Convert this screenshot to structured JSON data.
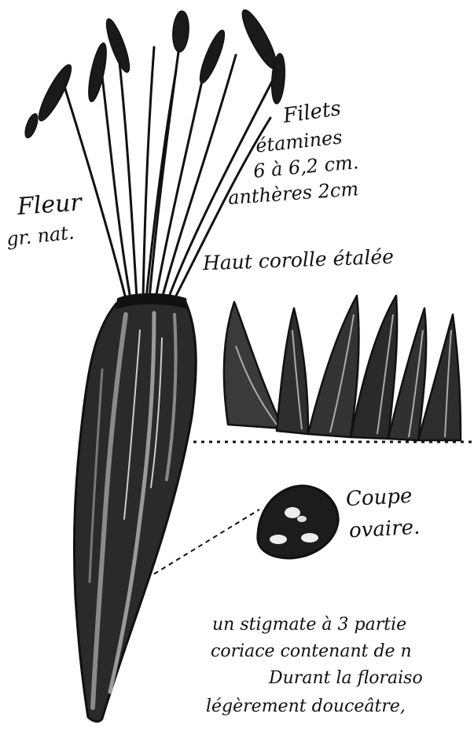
{
  "labels": {
    "fleur": "Fleur",
    "fleur_size": "gr. nat.",
    "filets": "Filets",
    "etamines": "étamines",
    "dimension": "6 à 6,2 cm.",
    "antheres": "anthères 2cm",
    "haut_corolle": "Haut corolle étalée",
    "coupe": "Coupe",
    "ovaire": "ovaire."
  },
  "text_lines": [
    "un stigmate à 3 partie",
    "coriace contenant de n",
    "Durant la floraiso",
    "légèrement douceâtre,"
  ],
  "colors": {
    "ink": "#111111",
    "paper": "#ffffff"
  }
}
